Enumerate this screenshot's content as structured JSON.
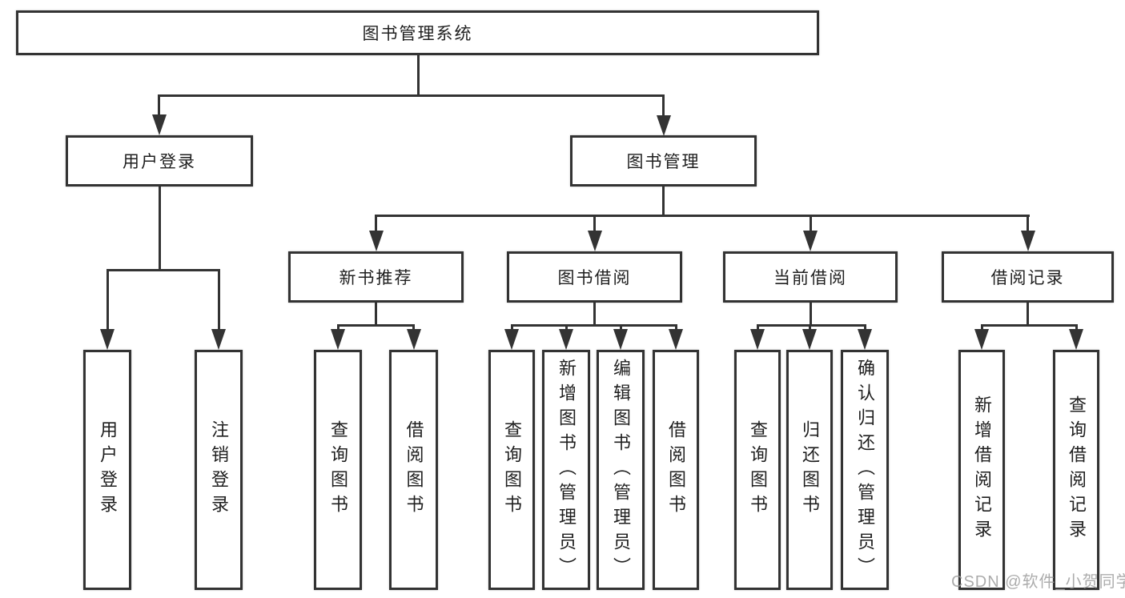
{
  "nodes": {
    "root": "图书管理系统",
    "level2": [
      "用户登录",
      "图书管理"
    ],
    "level3": [
      "新书推荐",
      "图书借阅",
      "当前借阅",
      "借阅记录"
    ],
    "leaves": {
      "user_login": [
        "用户登录",
        "注销登录"
      ],
      "new_book_recommend": [
        "查询图书",
        "借阅图书"
      ],
      "book_borrow": [
        "查询图书",
        "新增图书（管理员）",
        "编辑图书（管理员）",
        "借阅图书"
      ],
      "current_borrow": [
        "查询图书",
        "归还图书",
        "确认归还（管理员）"
      ],
      "borrow_record": [
        "新增借阅记录",
        "查询借阅记录"
      ]
    }
  },
  "watermark": "CSDN @软件_小贺同学",
  "colors": {
    "line": "#333333",
    "box_border": "#333333",
    "text": "#1f1f1f",
    "background": "#ffffff",
    "watermark": "#9e9e9e"
  }
}
